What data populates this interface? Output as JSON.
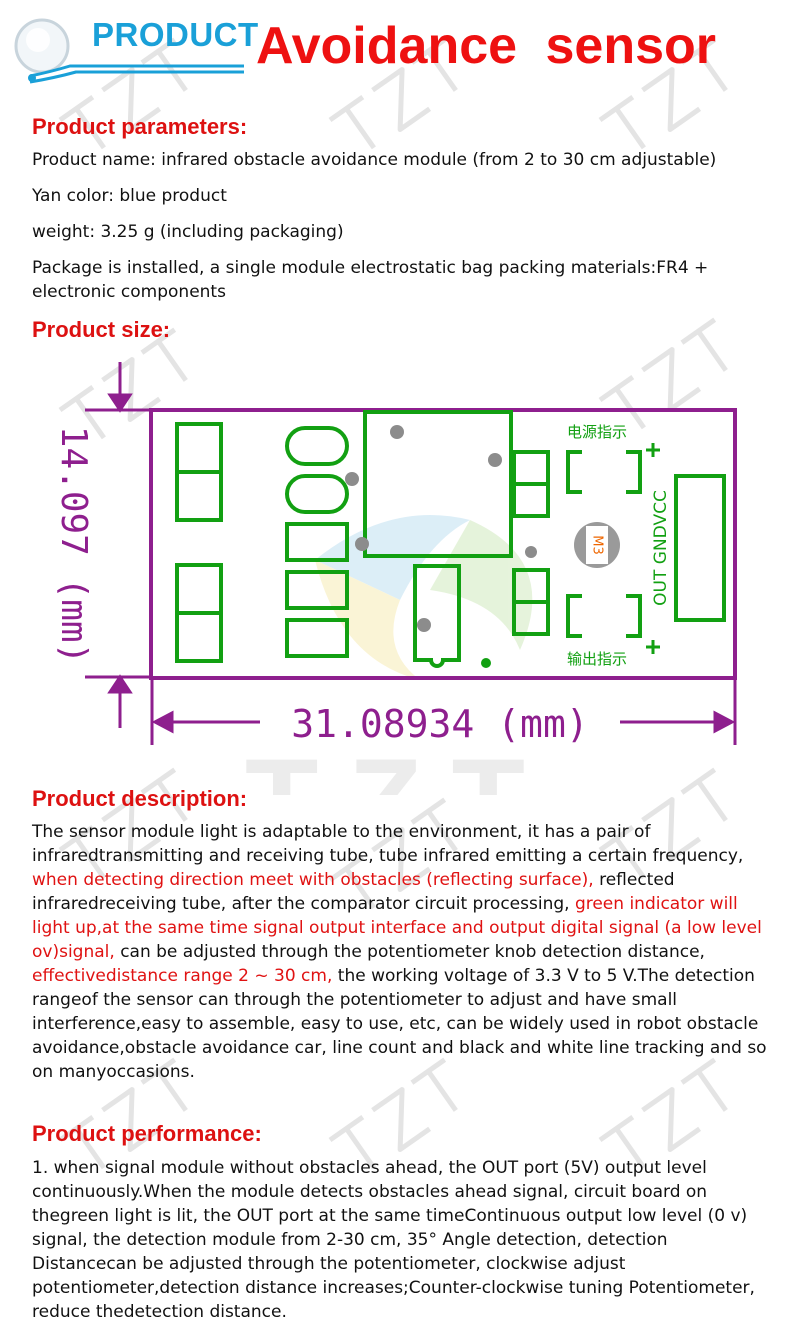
{
  "header": {
    "badge": "PRODUCT",
    "title": "Avoidance  sensor"
  },
  "parameters": {
    "heading": "Product parameters:",
    "lines": [
      "Product name: infrared obstacle avoidance module (from 2 to 30 cm adjustable)",
      "Yan color: blue product",
      "weight: 3.25 g (including packaging)",
      "Package is installed, a single module electrostatic bag packing materials:FR4 + electronic components"
    ]
  },
  "size": {
    "heading": "Product size:",
    "width_label": "31.08934 (mm)",
    "height_label": "14.097 (mm)",
    "power_label": "电源指示",
    "output_label": "输出指示",
    "pin_label": "OUT GNDVCC",
    "screw_label": "M3",
    "watermark": "TZT"
  },
  "description": {
    "heading": "Product description:",
    "s1": "The sensor module light is adaptable to the environment, it has a pair of infraredtransmitting and receiving tube, tube infrared emitting a certain frequency, ",
    "r1": "when detecting direction meet with obstacles (reflecting surface),",
    "s2": " reflected infraredreceiving tube, after the comparator circuit processing, ",
    "r2": "green indicator will light up,at the same time signal output interface and output digital signal (a low level ov)signal,",
    "s3": " can be adjusted through the potentiometer knob detection distance, ",
    "r3": "effectivedistance range 2 ~ 30 cm,",
    "s4": " the working voltage of 3.3 V to 5 V.The detection rangeof the sensor can through the potentiometer to adjust and have small interference,easy to assemble, easy to use, etc, can be widely used in robot obstacle avoidance,obstacle avoidance car, line count and black and white line tracking and so on manyoccasions."
  },
  "performance": {
    "heading": "Product performance:",
    "text": "1. when signal module without obstacles ahead, the OUT port (5V) output level continuously.When the module detects obstacles ahead signal, circuit board on thegreen light is lit, the OUT port at the same timeContinuous output low level (0 v) signal, the detection module from 2-30 cm, 35° Angle detection, detection Distancecan be adjusted through the potentiometer, clockwise adjust potentiometer,detection distance increases;Counter-clockwise tuning Potentiometer, reduce thedetection distance."
  },
  "colors": {
    "heading_red": "#dd1111",
    "accent_blue": "#1aa0d8",
    "board_outline": "#8e1f8e",
    "trace_green": "#12a012"
  }
}
